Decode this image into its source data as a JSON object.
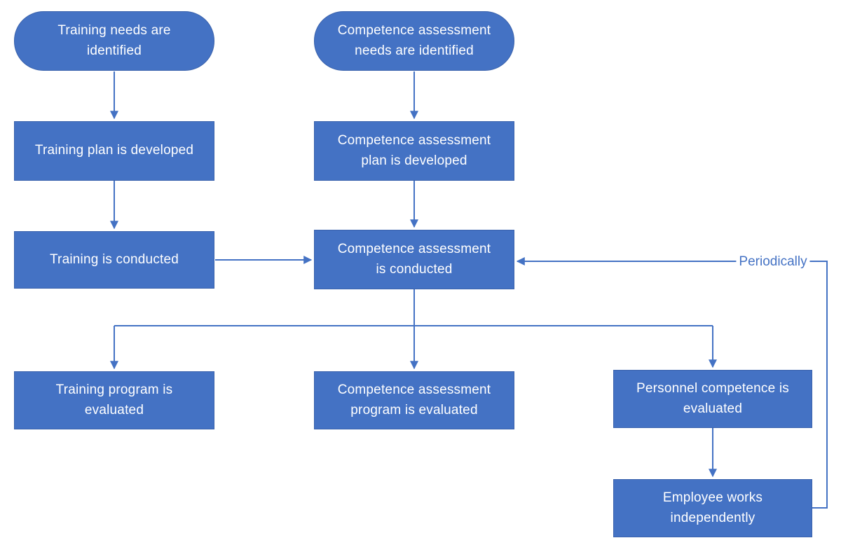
{
  "diagram": {
    "type": "flowchart",
    "background": "#ffffff",
    "colors": {
      "node_fill": "#4472C4",
      "node_border": "#3A62AC",
      "node_text": "#FFFFFF",
      "connector": "#4472C4",
      "edge_label_text": "#4472C4"
    },
    "nodes": [
      {
        "id": "training-needs-identified",
        "shape": "rounded",
        "label": "Training needs are\nidentified"
      },
      {
        "id": "competence-assessment-needs-identified",
        "shape": "rounded",
        "label": "Competence assessment\nneeds are identified"
      },
      {
        "id": "training-plan-developed",
        "shape": "rectangle",
        "label": "Training plan is developed"
      },
      {
        "id": "competence-assessment-plan-developed",
        "shape": "rectangle",
        "label": "Competence assessment\nplan is developed"
      },
      {
        "id": "training-conducted",
        "shape": "rectangle",
        "label": "Training is conducted"
      },
      {
        "id": "competence-assessment-conducted",
        "shape": "rectangle",
        "label": "Competence assessment\nis conducted"
      },
      {
        "id": "training-program-evaluated",
        "shape": "rectangle",
        "label": "Training program is\nevaluated"
      },
      {
        "id": "competence-assessment-program-evaluated",
        "shape": "rectangle",
        "label": "Competence assessment\nprogram is evaluated"
      },
      {
        "id": "personnel-competence-evaluated",
        "shape": "rectangle",
        "label": "Personnel competence is\nevaluated"
      },
      {
        "id": "employee-works-independently",
        "shape": "rectangle",
        "label": "Employee works\nindependently"
      }
    ],
    "edges": [
      {
        "from": "training-needs-identified",
        "to": "training-plan-developed",
        "label": ""
      },
      {
        "from": "training-plan-developed",
        "to": "training-conducted",
        "label": ""
      },
      {
        "from": "training-conducted",
        "to": "competence-assessment-conducted",
        "label": ""
      },
      {
        "from": "competence-assessment-needs-identified",
        "to": "competence-assessment-plan-developed",
        "label": ""
      },
      {
        "from": "competence-assessment-plan-developed",
        "to": "competence-assessment-conducted",
        "label": ""
      },
      {
        "from": "competence-assessment-conducted",
        "to": "training-program-evaluated",
        "label": ""
      },
      {
        "from": "competence-assessment-conducted",
        "to": "competence-assessment-program-evaluated",
        "label": ""
      },
      {
        "from": "competence-assessment-conducted",
        "to": "personnel-competence-evaluated",
        "label": ""
      },
      {
        "from": "personnel-competence-evaluated",
        "to": "employee-works-independently",
        "label": ""
      },
      {
        "from": "employee-works-independently",
        "to": "competence-assessment-conducted",
        "label": "Periodically"
      }
    ],
    "edge_label": "Periodically"
  }
}
